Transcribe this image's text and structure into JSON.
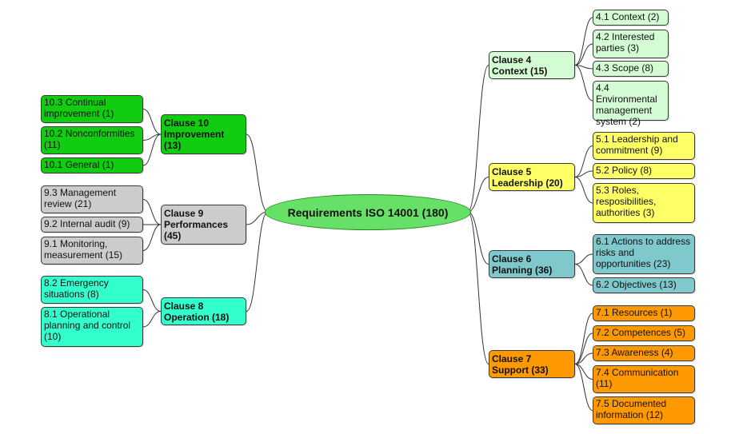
{
  "root": {
    "label": "Requirements ISO 14001 (180)",
    "color": "#66e066"
  },
  "clauses": {
    "c4": {
      "label": "Clause 4\nContext (15)",
      "color": "#d4fcd4",
      "children": [
        "4.1 Context (2)",
        "4.2 Interested parties (3)",
        "4.3 Scope (8)",
        "4.4 Environmental management system (2)"
      ]
    },
    "c5": {
      "label": "Clause 5\nLeadership (20)",
      "color": "#ffff66",
      "children": [
        "5.1 Leadership and commitment (9)",
        "5.2 Policy (8)",
        "5.3 Roles, resposibilities, authorities (3)"
      ]
    },
    "c6": {
      "label": "Clause 6\nPlanning (36)",
      "color": "#7fc8cc",
      "children": [
        "6.1 Actions to address risks and opportunities (23)",
        "6.2 Objectives (13)"
      ]
    },
    "c7": {
      "label": "Clause 7\nSupport (33)",
      "color": "#ff9900",
      "children": [
        "7.1 Resources (1)",
        "7.2 Competences (5)",
        "7.3 Awareness (4)",
        "7.4 Communication (11)",
        "7.5 Documented information (12)"
      ]
    },
    "c8": {
      "label": "Clause 8\nOperation (18)",
      "color": "#33ffcc",
      "children": [
        "8.2 Emergency situations (8)",
        "8.1 Operational planning and control (10)"
      ]
    },
    "c9": {
      "label": "Clause 9\nPerformances (45)",
      "color": "#cccccc",
      "children": [
        "9.3 Management review (21)",
        "9.2 Internal audit (9)",
        "9.1 Monitoring, measurement (15)"
      ]
    },
    "c10": {
      "label": "Clause 10\nImprovement (13)",
      "color": "#11cc11",
      "children": [
        "10.3 Continual improvement (1)",
        "10.2 Nonconformities (11)",
        "10.1 General (1)"
      ]
    }
  }
}
